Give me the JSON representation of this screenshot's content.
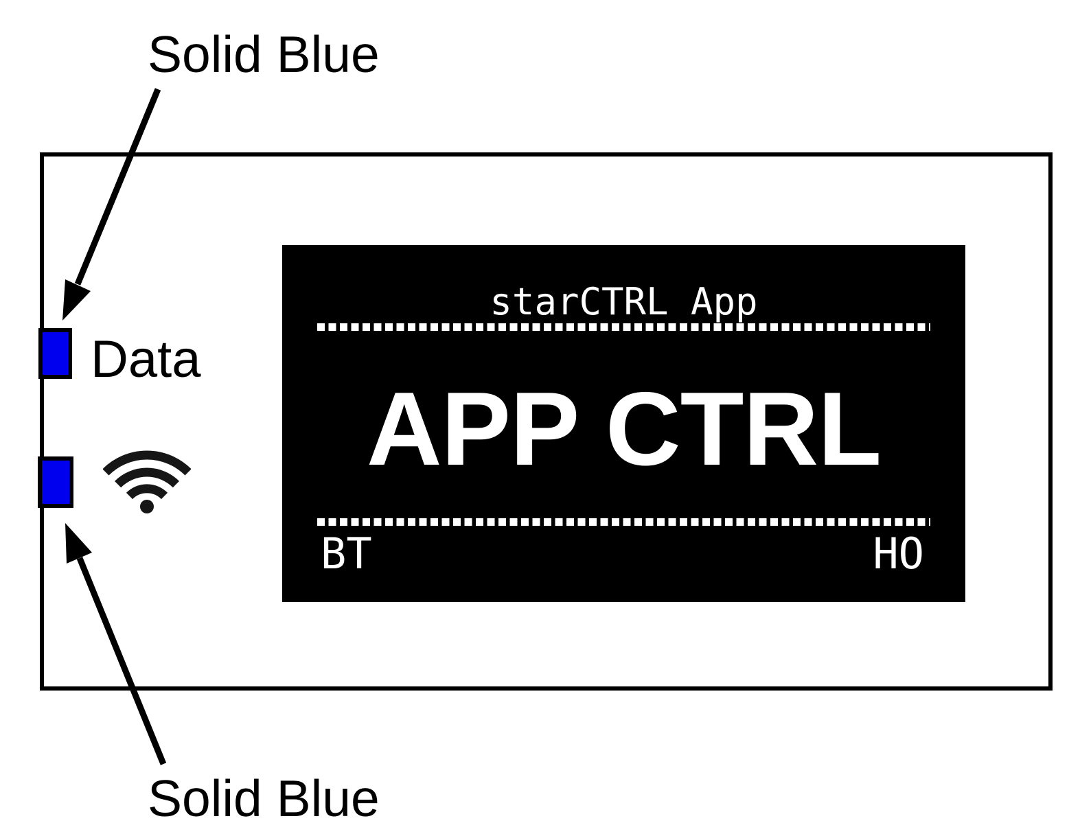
{
  "annotations": {
    "top_label": "Solid Blue",
    "bottom_label": "Solid Blue"
  },
  "device": {
    "data_led_label": "Data",
    "leds": [
      {
        "name": "data-led",
        "color": "#0000EE"
      },
      {
        "name": "wifi-led",
        "color": "#0000EE"
      }
    ],
    "wifi_icon": "wifi-icon"
  },
  "display": {
    "title": "starCTRL App",
    "main_text": "APP CTRL",
    "footer_left": "BT",
    "footer_right": "HO",
    "bg_color": "#000000",
    "fg_color": "#FFFFFF"
  }
}
